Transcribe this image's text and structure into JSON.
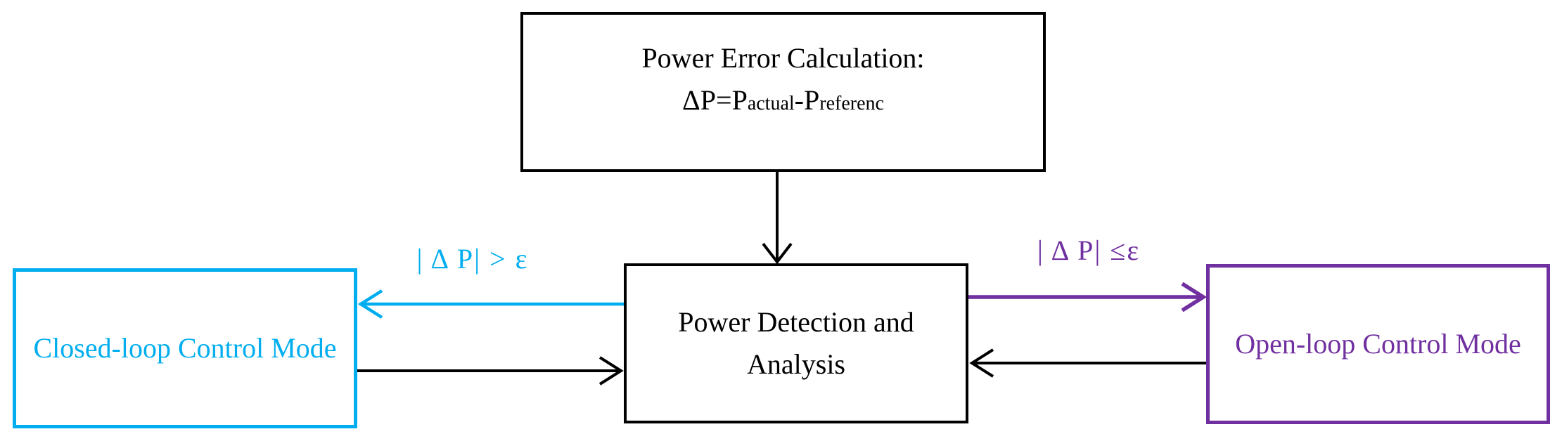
{
  "diagram": {
    "type": "flowchart",
    "background": "#ffffff",
    "colors": {
      "node_border_black": "#000000",
      "closed_loop_accent": "#00AEEF",
      "open_loop_accent": "#7030A0"
    },
    "nodes": {
      "power_error": {
        "title": "Power Error Calculation:",
        "formula_pre": "ΔP=P",
        "formula_sub1": "actual",
        "formula_mid": "-P",
        "formula_sub2": "referenc"
      },
      "power_detection": {
        "label": "Power Detection and Analysis"
      },
      "closed_loop": {
        "label": "Closed-loop Control Mode"
      },
      "open_loop": {
        "label": "Open-loop Control Mode"
      }
    },
    "edge_labels": {
      "closed_loop_condition": "| Δ P| > ε",
      "open_loop_condition": "| Δ P| ≤ε"
    },
    "edges": [
      {
        "from": "power_error",
        "to": "power_detection",
        "color": "#000000",
        "label": ""
      },
      {
        "from": "power_detection",
        "to": "closed_loop",
        "color": "#00AEEF",
        "label": "| Δ P| > ε"
      },
      {
        "from": "closed_loop",
        "to": "power_detection",
        "color": "#000000",
        "label": ""
      },
      {
        "from": "power_detection",
        "to": "open_loop",
        "color": "#7030A0",
        "label": "| Δ P| ≤ε"
      },
      {
        "from": "open_loop",
        "to": "power_detection",
        "color": "#000000",
        "label": ""
      }
    ]
  }
}
